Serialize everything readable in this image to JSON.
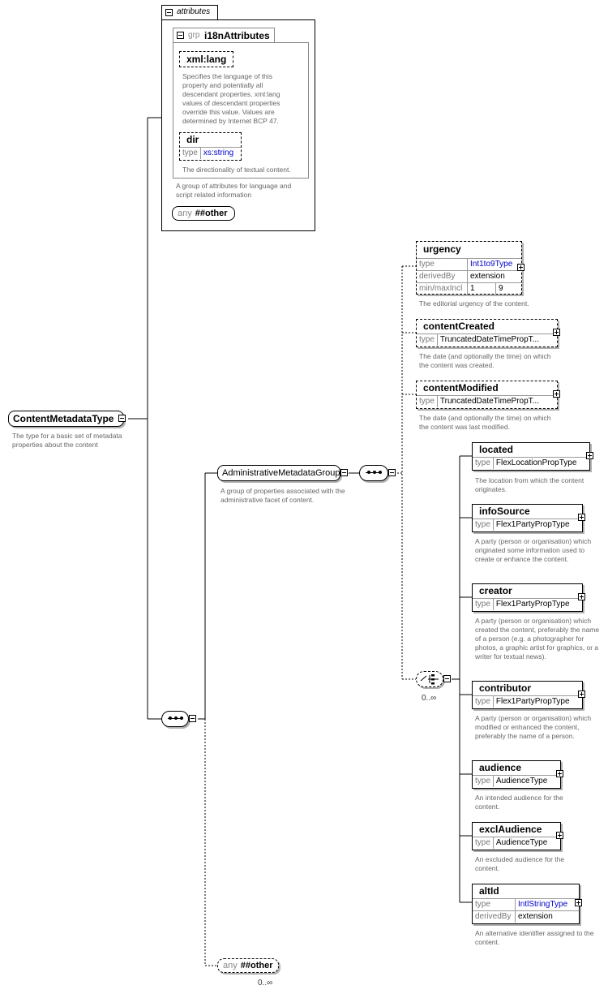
{
  "root": {
    "name": "ContentMetadataType",
    "desc": "The type for a  basic set of metadata properties about the content"
  },
  "attributes": {
    "tab": "attributes",
    "group": {
      "prefix": "grp",
      "name": "i18nAttributes",
      "desc": "A group of attributes for language and script related information"
    },
    "xml_lang": {
      "name": "xml:lang",
      "desc": "Specifies the language of this property and potentially all descendant properties. xml:lang values of descendant properties override this value. Values are determined by Internet BCP 47."
    },
    "dir": {
      "name": "dir",
      "type_key": "type",
      "type_val": "xs:string",
      "desc": "The directionality of textual content."
    },
    "any": {
      "prefix": "any",
      "value": "##other"
    }
  },
  "admin_group": {
    "name": "AdministrativeMetadataGroup",
    "desc": "A group of properties associated with the administrative facet of content."
  },
  "urgency": {
    "name": "urgency",
    "rows": [
      [
        "type",
        "Int1to9Type"
      ],
      [
        "derivedBy",
        "extension"
      ],
      [
        "min/maxIncl",
        "1",
        "9"
      ]
    ],
    "desc": "The editorial urgency of the content."
  },
  "contentCreated": {
    "name": "contentCreated",
    "type_key": "type",
    "type_val": "TruncatedDateTimePropT...",
    "desc": "The date (and optionally the time) on which the content was created."
  },
  "contentModified": {
    "name": "contentModified",
    "type_key": "type",
    "type_val": "TruncatedDateTimePropT...",
    "desc": "The date (and optionally the time) on which the content was last modified."
  },
  "choice_card": "0..∞",
  "elements": [
    {
      "name": "located",
      "type_key": "type",
      "type_val": "FlexLocationPropType",
      "desc": "The location from which the content originates."
    },
    {
      "name": "infoSource",
      "type_key": "type",
      "type_val": "Flex1PartyPropType",
      "desc": "A party (person or organisation) which originated some information used to create or enhance the content."
    },
    {
      "name": "creator",
      "type_key": "type",
      "type_val": "Flex1PartyPropType",
      "desc": "A party (person or organisation) which created the content, preferably the name of a person (e.g. a photographer for photos, a graphic artist for graphics, or a writer for textual news)."
    },
    {
      "name": "contributor",
      "type_key": "type",
      "type_val": "Flex1PartyPropType",
      "desc": "A party (person or organisation) which modified or enhanced the content, preferably the name of a person."
    },
    {
      "name": "audience",
      "type_key": "type",
      "type_val": "AudienceType",
      "desc": "An intended audience for the content."
    },
    {
      "name": "exclAudience",
      "type_key": "type",
      "type_val": "AudienceType",
      "desc": "An excluded audience for the content."
    },
    {
      "name": "altId",
      "type_key": "type",
      "type_val": "IntlStringType",
      "derived_key": "derivedBy",
      "derived_val": "extension",
      "desc": "An alternative identifier assigned to the content."
    }
  ],
  "any_other": {
    "prefix": "any",
    "value": "##other",
    "card": "0..∞"
  },
  "colors": {
    "link": "#0000cc",
    "desc": "#666666",
    "line": "#000000"
  }
}
